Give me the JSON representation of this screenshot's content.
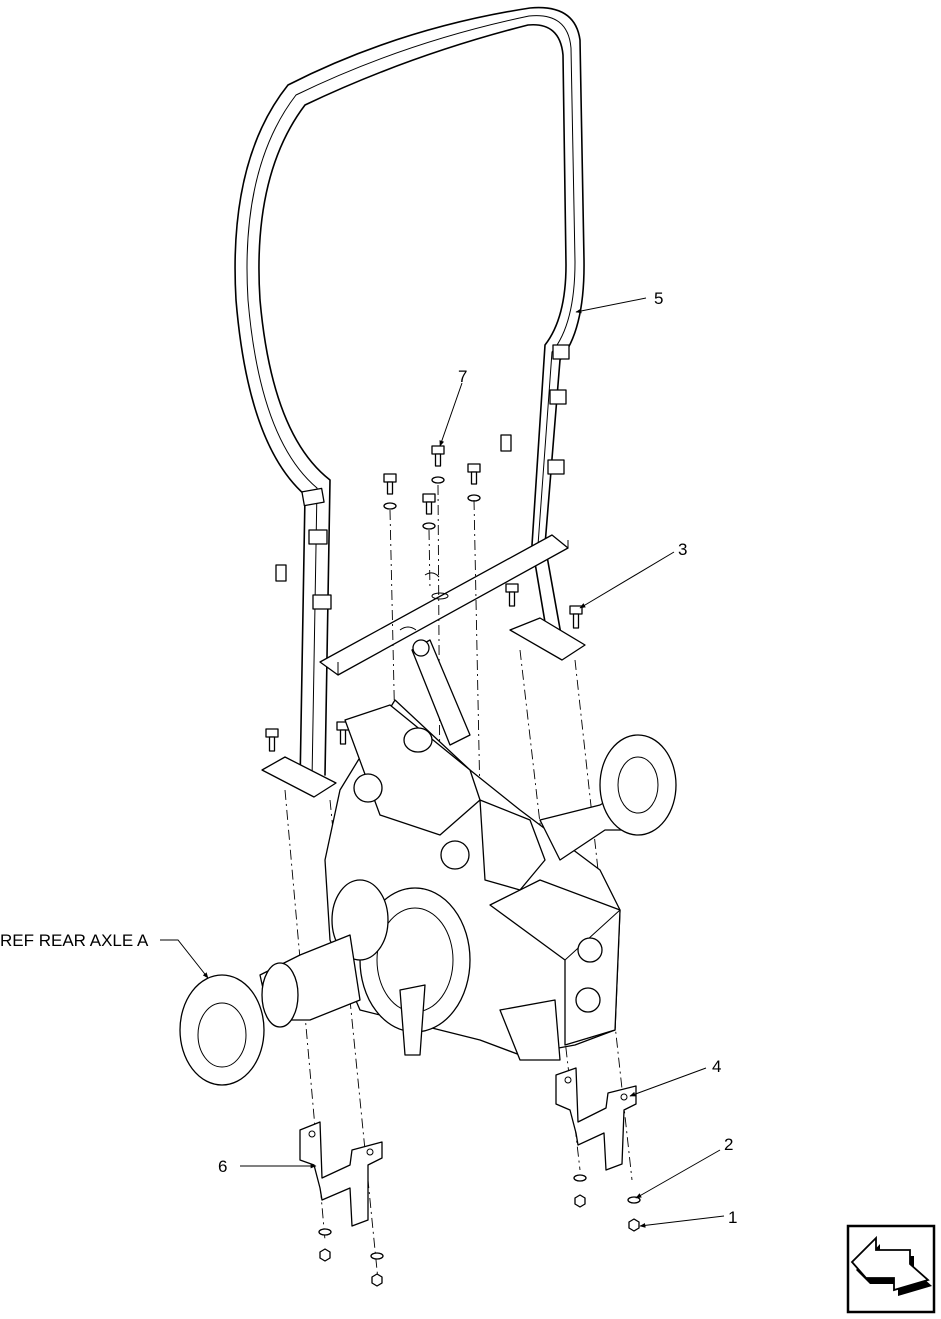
{
  "diagram": {
    "reference_label": "REF REAR AXLE A",
    "callouts": [
      "1",
      "2",
      "3",
      "4",
      "5",
      "6",
      "7"
    ],
    "nav_icon": "next-page-arrow-icon"
  }
}
